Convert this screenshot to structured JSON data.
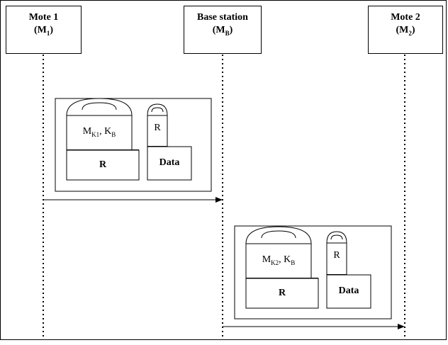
{
  "actors": [
    {
      "name": "Mote 1",
      "sub_prefix": "(M",
      "subscript": "1",
      "sub_suffix": ")"
    },
    {
      "name": "Base station",
      "sub_prefix": "(M",
      "subscript": "B",
      "sub_suffix": ")"
    },
    {
      "name": "Mote 2",
      "sub_prefix": "(M",
      "subscript": "2",
      "sub_suffix": ")"
    }
  ],
  "messages": [
    {
      "from": "Mote 1",
      "to": "Base station",
      "key_label_1": "M",
      "key_sub_1": "K1",
      "key_sep": ", K",
      "key_sub_2": "B",
      "lower_label": "R",
      "small_lock_label": "R",
      "data_label": "Data"
    },
    {
      "from": "Base station",
      "to": "Mote 2",
      "key_label_1": "M",
      "key_sub_1": "K2",
      "key_sep": ", K",
      "key_sub_2": "B",
      "lower_label": "R",
      "small_lock_label": "R",
      "data_label": "Data"
    }
  ]
}
